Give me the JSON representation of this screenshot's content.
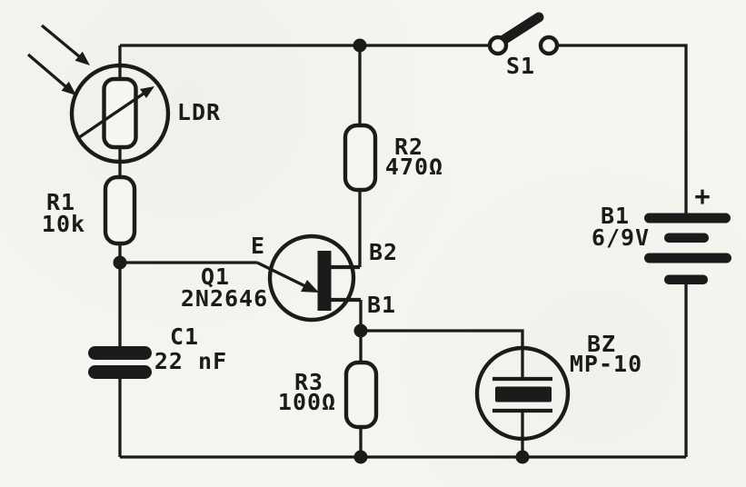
{
  "figure": {
    "type": "circuit-schematic",
    "description": "Light-triggered alarm: LDR divider driving a 2N2646 UJT oscillator with piezo buzzer"
  },
  "colors": {
    "ink": "#1b1b1b",
    "paper": "#f6f5f0"
  },
  "components": {
    "ldr": {
      "label": "LDR"
    },
    "r1": {
      "name": "R1",
      "value": "10k"
    },
    "c1": {
      "name": "C1",
      "value": "22 nF"
    },
    "q1": {
      "name": "Q1",
      "value": "2N2646",
      "pin_e": "E",
      "pin_b2": "B2",
      "pin_b1": "B1"
    },
    "r2": {
      "name": "R2",
      "value": "470Ω"
    },
    "r3": {
      "name": "R3",
      "value": "100Ω"
    },
    "s1": {
      "name": "S1"
    },
    "b1": {
      "name": "B1",
      "value": "6/9V",
      "polarity": "+"
    },
    "bz": {
      "name": "BZ",
      "value": "MP-10"
    }
  }
}
